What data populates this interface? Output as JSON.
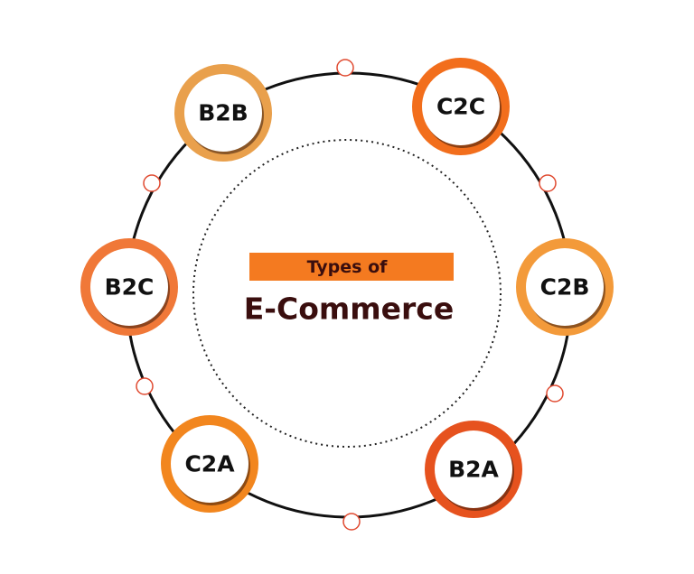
{
  "center": {
    "subtitle": "Types of",
    "title": "E-Commerce",
    "subtitle_bg": "#F47A20",
    "text_color": "#3A0E0E"
  },
  "nodes": [
    {
      "label": "B2B",
      "color": "#E9A04C"
    },
    {
      "label": "C2C",
      "color": "#F26E1C"
    },
    {
      "label": "B2C",
      "color": "#F07838"
    },
    {
      "label": "C2B",
      "color": "#F39A3A"
    },
    {
      "label": "C2A",
      "color": "#F2861E"
    },
    {
      "label": "B2A",
      "color": "#E6521E"
    }
  ],
  "connector_color": "#E04A30"
}
